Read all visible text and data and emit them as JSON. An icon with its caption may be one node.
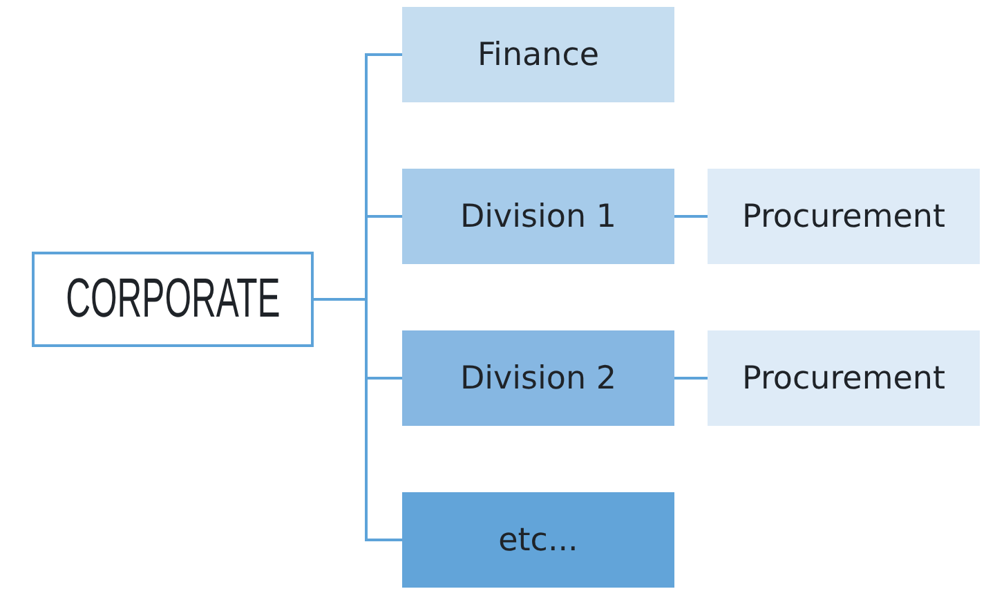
{
  "diagram": {
    "nodes": [
      {
        "text": [
          "CORPORATE"
        ]
      },
      {
        "text": [
          "Finance"
        ]
      },
      {
        "text": [
          "Division 1"
        ]
      },
      {
        "text": [
          "Division 2"
        ]
      },
      {
        "text": [
          "etc..."
        ]
      },
      {
        "text": [
          "Procurement"
        ]
      },
      {
        "text": [
          "Procurement"
        ]
      }
    ],
    "edges": [
      {
        "from": 0,
        "to": 1,
        "arrow": "none"
      },
      {
        "from": 0,
        "to": 2,
        "arrow": "none"
      },
      {
        "from": 0,
        "to": 3,
        "arrow": "none"
      },
      {
        "from": 0,
        "to": 4,
        "arrow": "none"
      },
      {
        "from": 2,
        "to": 5,
        "arrow": "none"
      },
      {
        "from": 3,
        "to": 6,
        "arrow": "none"
      }
    ]
  }
}
